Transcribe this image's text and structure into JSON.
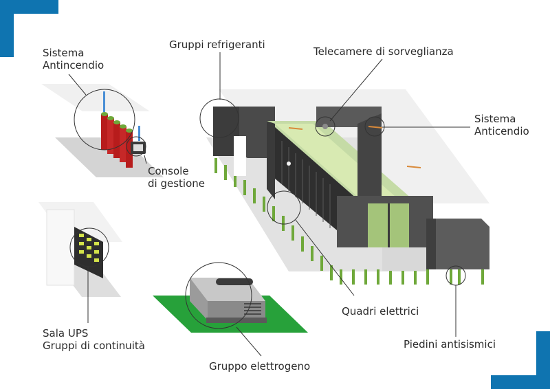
{
  "accent_color": "#0f74b0",
  "callout_labels": {
    "sistema_antincendio_left": [
      "Sistema",
      "Antincendio"
    ],
    "console_gestione": [
      "Console",
      "di gestione"
    ],
    "gruppi_refrigeranti": "Gruppi refrigeranti",
    "telecamere": "Telecamere di sorveglianza",
    "sistema_anticendio_right": [
      "Sistema",
      "Anticendio"
    ],
    "sala_ups": [
      "Sala UPS",
      "Gruppi di continuità"
    ],
    "quadri_elettrici": "Quadri elettrici",
    "gruppo_elettrogeno": "Gruppo elettrogeno",
    "piedini_antisismici": "Piedini antisismici"
  }
}
